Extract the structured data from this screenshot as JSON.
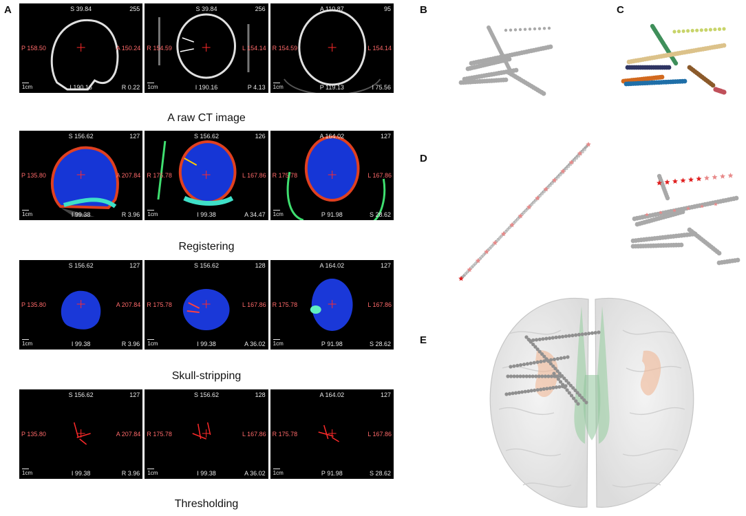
{
  "panel_labels": {
    "a": "A",
    "b": "B",
    "c": "C",
    "d": "D",
    "e": "E"
  },
  "stages": [
    {
      "caption": "A raw CT image",
      "views": [
        {
          "top": "S 39.84",
          "corner": "255",
          "left": "P 158.50",
          "right": "A 150.24",
          "bottom": "I 190.16",
          "bottom_right": "R 0.22",
          "scale": "1cm"
        },
        {
          "top": "S 39.84",
          "corner": "256",
          "left": "R 154.59",
          "right": "L 154.14",
          "bottom": "I 190.16",
          "bottom_right": "P 4.13",
          "scale": "1cm"
        },
        {
          "top": "A 110.87",
          "corner": "95",
          "left": "R 154.59",
          "right": "L 154.14",
          "bottom": "P 119.13",
          "bottom_right": "I 75.56",
          "scale": "1cm"
        }
      ]
    },
    {
      "caption": "Registering",
      "views": [
        {
          "top": "S 156.62",
          "corner": "127",
          "left": "P 135.80",
          "right": "A 207.84",
          "bottom": "I 99.38",
          "bottom_right": "R 3.96",
          "scale": "1cm"
        },
        {
          "top": "S 156.62",
          "corner": "126",
          "left": "R 175.78",
          "right": "L 167.86",
          "bottom": "I 99.38",
          "bottom_right": "A 34.47",
          "scale": "1cm"
        },
        {
          "top": "A 164.02",
          "corner": "127",
          "left": "R 175.78",
          "right": "L 167.86",
          "bottom": "P 91.98",
          "bottom_right": "S 28.62",
          "scale": "1cm"
        }
      ]
    },
    {
      "caption": "Skull-stripping",
      "views": [
        {
          "top": "S 156.62",
          "corner": "127",
          "left": "P 135.80",
          "right": "A 207.84",
          "bottom": "I 99.38",
          "bottom_right": "R 3.96",
          "scale": "1cm"
        },
        {
          "top": "S 156.62",
          "corner": "128",
          "left": "R 175.78",
          "right": "L 167.86",
          "bottom": "I 99.38",
          "bottom_right": "A 36.02",
          "scale": "1cm"
        },
        {
          "top": "A 164.02",
          "corner": "127",
          "left": "R 175.78",
          "right": "L 167.86",
          "bottom": "P 91.98",
          "bottom_right": "S 28.62",
          "scale": "1cm"
        }
      ]
    },
    {
      "caption": "Thresholding",
      "views": [
        {
          "top": "S 156.62",
          "corner": "127",
          "left": "P 135.80",
          "right": "A 207.84",
          "bottom": "I 99.38",
          "bottom_right": "R 3.96",
          "scale": "1cm"
        },
        {
          "top": "S 156.62",
          "corner": "128",
          "left": "R 175.78",
          "right": "L 167.86",
          "bottom": "I 99.38",
          "bottom_right": "A 36.02",
          "scale": "1cm"
        },
        {
          "top": "A 164.02",
          "corner": "127",
          "left": "R 175.78",
          "right": "L 167.86",
          "bottom": "P 91.98",
          "bottom_right": "S 28.62",
          "scale": "1cm"
        }
      ]
    }
  ],
  "colors": {
    "panel_bg": "#000000",
    "crosshair": "#ff2a2a",
    "point_gray": "#a9a9a9",
    "star_red": "#e02020",
    "electrode_green": "#3f8f5a",
    "electrode_yellow": "#c8d46a",
    "electrode_tan": "#dcc28a",
    "electrode_navy": "#2f3563",
    "electrode_orange": "#d2691e",
    "electrode_blue": "#1f6fa8",
    "electrode_brown": "#8b5a2b",
    "electrode_rose": "#c0505a",
    "brain_gray": "#c9c9c9",
    "ventricle_green": "#9fcfa8",
    "hippocampus_orange": "#f0b896"
  }
}
